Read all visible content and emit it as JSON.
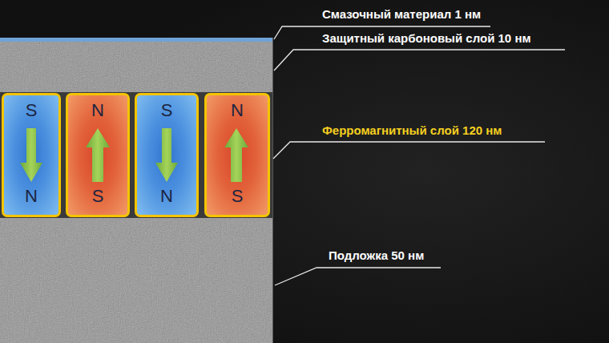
{
  "diagram": {
    "nodes": [
      {
        "text": [
          "S",
          "N"
        ]
      },
      {
        "text": [
          "N",
          "S"
        ]
      },
      {
        "text": [
          "S",
          "N"
        ]
      },
      {
        "text": [
          "N",
          "S"
        ]
      }
    ],
    "labels": [
      "Смазочный материал 1 нм",
      "Защитный карбоновый слой 10 нм",
      "Ферромагнитный слой 120 нм",
      "Подложка 50 нм"
    ]
  }
}
